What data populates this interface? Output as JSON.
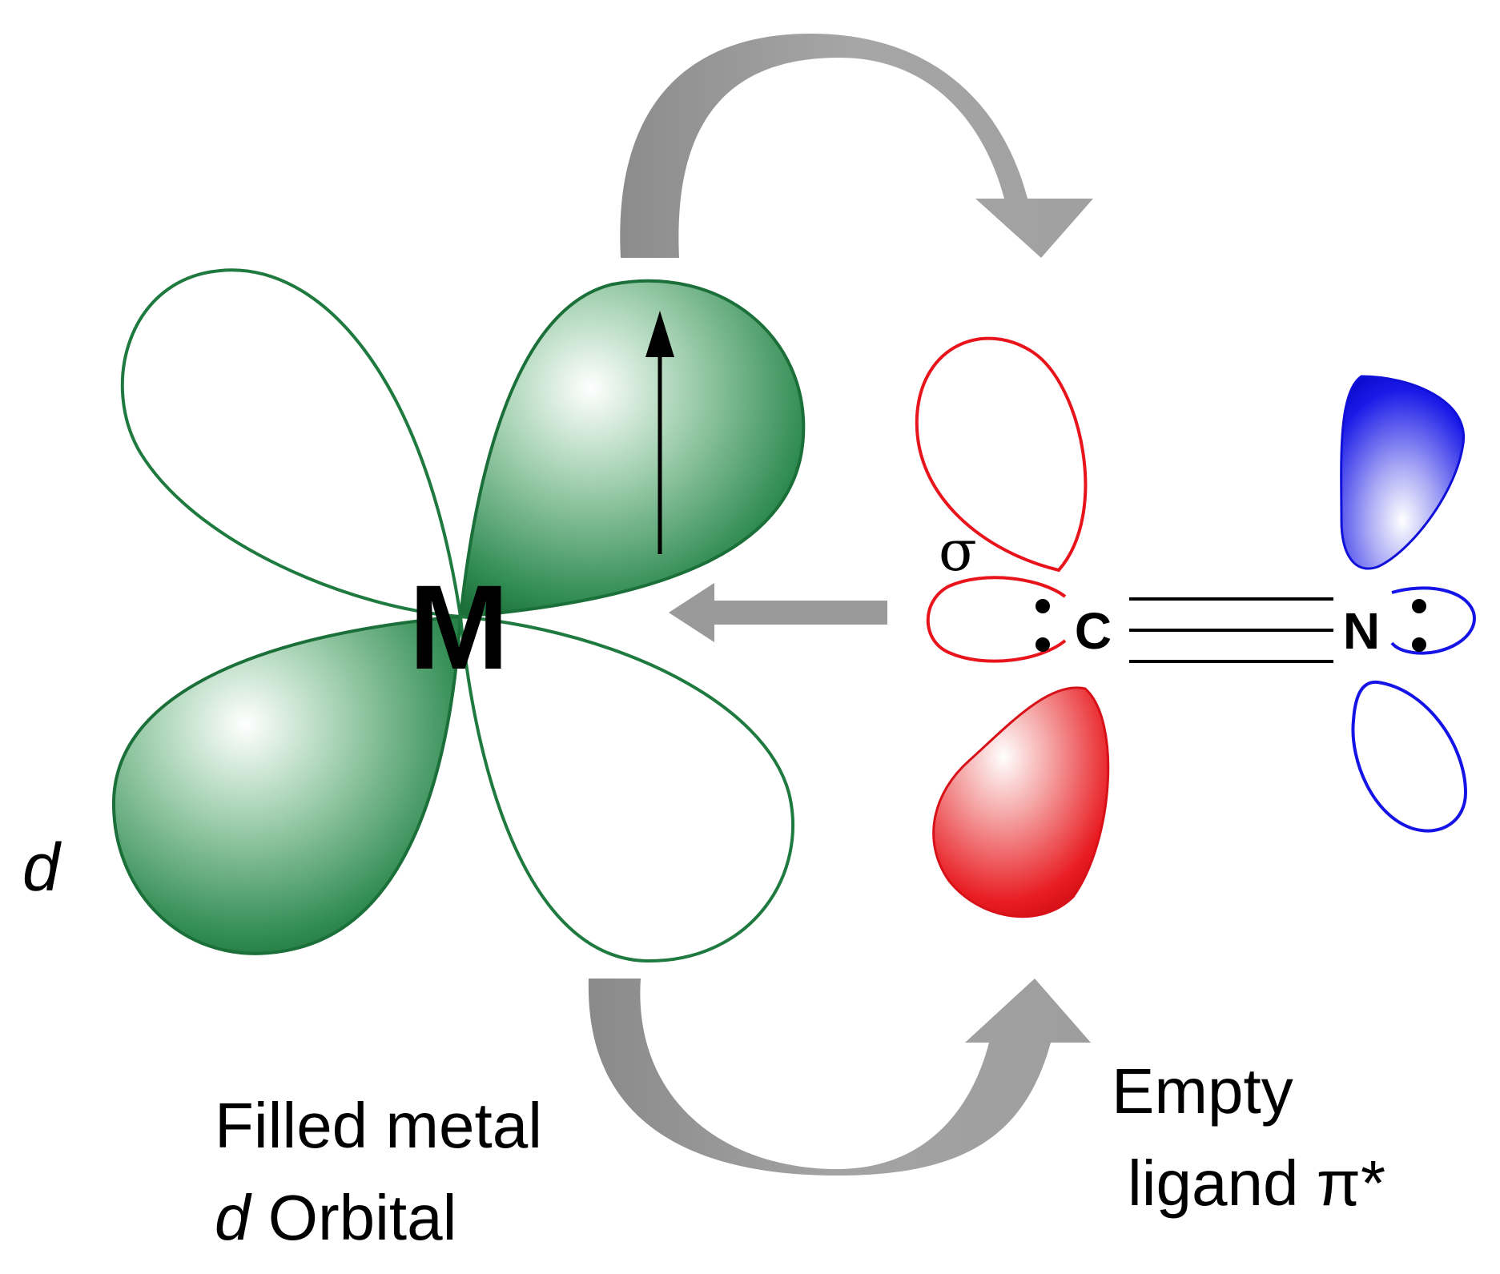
{
  "metal": {
    "symbol": "M",
    "orbital_letter": "d"
  },
  "ligand": {
    "carbon": "C",
    "nitrogen": "N",
    "sigma": "σ"
  },
  "labels": {
    "filled_line1": "Filled metal",
    "filled_line2_italic": "d",
    "filled_line2_rest": " Orbital",
    "empty_line1": "Empty",
    "empty_line2": "ligand π*"
  },
  "colors": {
    "metal_green": "#1e7a3e",
    "ligand_red": "#e8141c",
    "ligand_blue": "#1414e6",
    "arrow_gray": "#999999"
  }
}
